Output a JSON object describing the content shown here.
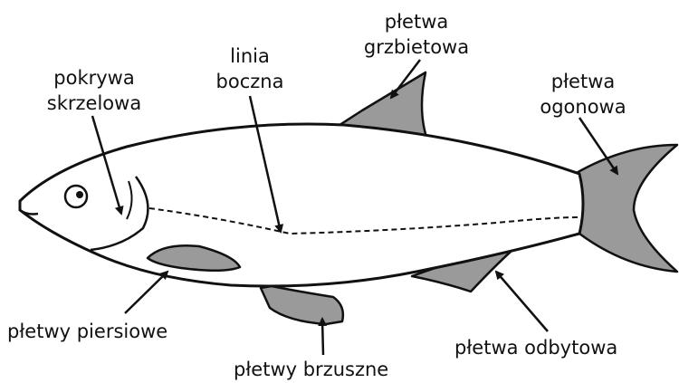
{
  "labels": {
    "gill_cover": [
      "pokrywa",
      "skrzelowa"
    ],
    "lateral_line": [
      "linia",
      "boczna"
    ],
    "dorsal_fin": [
      "płetwa",
      "grzbietowa"
    ],
    "tail_fin": [
      "płetwa",
      "ogonowa"
    ],
    "pectoral_fins": "płetwy piersiowe",
    "pelvic_fins": "płetwy brzuszne",
    "anal_fin": "płetwa odbytowa"
  },
  "colors": {
    "outline": "#111111",
    "fin_fill": "#9a9a9a",
    "body_fill": "#ffffff"
  }
}
